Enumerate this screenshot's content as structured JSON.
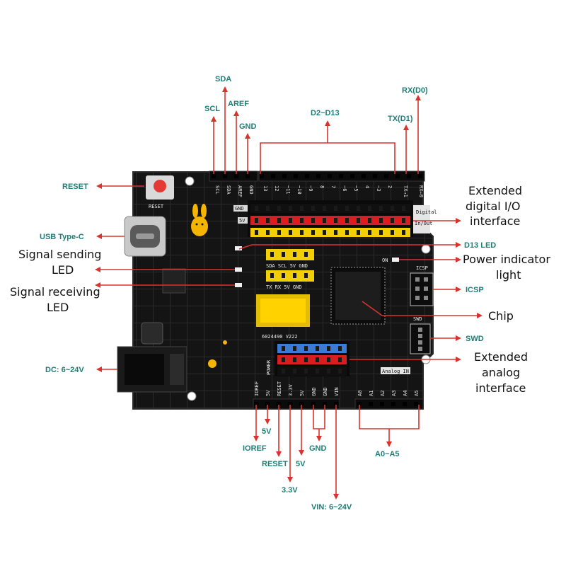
{
  "labels": {
    "scl": "SCL",
    "sda": "SDA",
    "aref": "AREF",
    "gnd_top": "GND",
    "d2_d13": "D2~D13",
    "tx_d1": "TX(D1)",
    "rx_d0": "RX(D0)",
    "reset_left": "RESET",
    "usb_type_c": "USB Type-C",
    "signal_sending_led": [
      "Signal sending",
      "LED"
    ],
    "signal_receiving_led": [
      "Signal receiving",
      "LED"
    ],
    "dc_input": "DC: 6~24V",
    "extended_digital": [
      "Extended",
      "digital I/O",
      "interface"
    ],
    "d13_led": "D13 LED",
    "power_indicator": [
      "Power indicator",
      "light"
    ],
    "icsp": "ICSP",
    "chip": "Chip",
    "swd": "SWD",
    "extended_analog": [
      "Extended",
      "analog",
      "interface"
    ],
    "ioref": "IOREF",
    "five_v_a": "5V",
    "reset_bottom": "RESET",
    "three_v3": "3.3V",
    "five_v_b": "5V",
    "gnd_bottom": "GND",
    "vin": "VIN: 6~24V",
    "a0_a5": "A0~A5"
  },
  "board_text": {
    "top_pins": [
      "SCL",
      "SDA",
      "AREF",
      "GND",
      "13",
      "12",
      "~11",
      "~10",
      "~9",
      "8",
      "7",
      "~6",
      "~5",
      "4",
      "~3",
      "2",
      "TX→1",
      "RX←0"
    ],
    "reset_button": "RESET",
    "digital_inout": [
      "Digital",
      "In/Out"
    ],
    "gnd_tag": "GND",
    "five_v_tag": "5V",
    "i2c_header": "SDA SCL 5V GND",
    "uart_header": "TX  RX  5V GND",
    "on_led": "ON",
    "icsp_tag": "ICSP",
    "swd_tag": "SWD",
    "model": "6024490 V222",
    "power_side": "POWER",
    "analog_in": "Analog IN",
    "bottom_pins": [
      "IOREF",
      "5V",
      "RESET",
      "3.3V",
      "5V",
      "GND",
      "GND",
      "VIN",
      "A0",
      "A1",
      "A2",
      "A3",
      "A4",
      "A5"
    ]
  }
}
